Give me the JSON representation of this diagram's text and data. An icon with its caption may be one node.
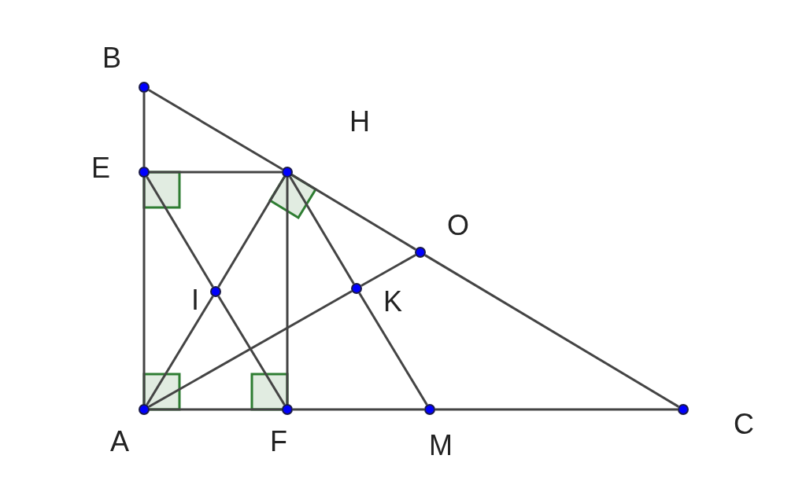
{
  "diagram": {
    "nodes": [
      {
        "text": [
          "B"
        ]
      },
      {
        "text": [
          "H"
        ]
      },
      {
        "text": [
          "E"
        ]
      },
      {
        "text": [
          "O"
        ]
      },
      {
        "text": [
          "I"
        ]
      },
      {
        "text": [
          "K"
        ]
      },
      {
        "text": [
          "A"
        ]
      },
      {
        "text": [
          "F"
        ]
      },
      {
        "text": [
          "M"
        ]
      },
      {
        "text": [
          "C"
        ]
      }
    ],
    "edges": [
      {
        "from": 0,
        "to": 2,
        "arrow": "none"
      },
      {
        "from": 2,
        "to": 6,
        "arrow": "none"
      },
      {
        "from": 0,
        "to": 1,
        "arrow": "none"
      },
      {
        "from": 1,
        "to": 3,
        "arrow": "none"
      },
      {
        "from": 3,
        "to": 9,
        "arrow": "none"
      },
      {
        "from": 2,
        "to": 1,
        "arrow": "none"
      },
      {
        "from": 1,
        "to": 7,
        "arrow": "none"
      },
      {
        "from": 6,
        "to": 7,
        "arrow": "none"
      },
      {
        "from": 7,
        "to": 8,
        "arrow": "none"
      },
      {
        "from": 8,
        "to": 9,
        "arrow": "none"
      },
      {
        "from": 2,
        "to": 4,
        "arrow": "none"
      },
      {
        "from": 4,
        "to": 7,
        "arrow": "none"
      },
      {
        "from": 6,
        "to": 4,
        "arrow": "none"
      },
      {
        "from": 4,
        "to": 1,
        "arrow": "none"
      },
      {
        "from": 6,
        "to": 5,
        "arrow": "none"
      },
      {
        "from": 5,
        "to": 3,
        "arrow": "none"
      },
      {
        "from": 1,
        "to": 5,
        "arrow": "none"
      },
      {
        "from": 5,
        "to": 8,
        "arrow": "none"
      }
    ]
  }
}
